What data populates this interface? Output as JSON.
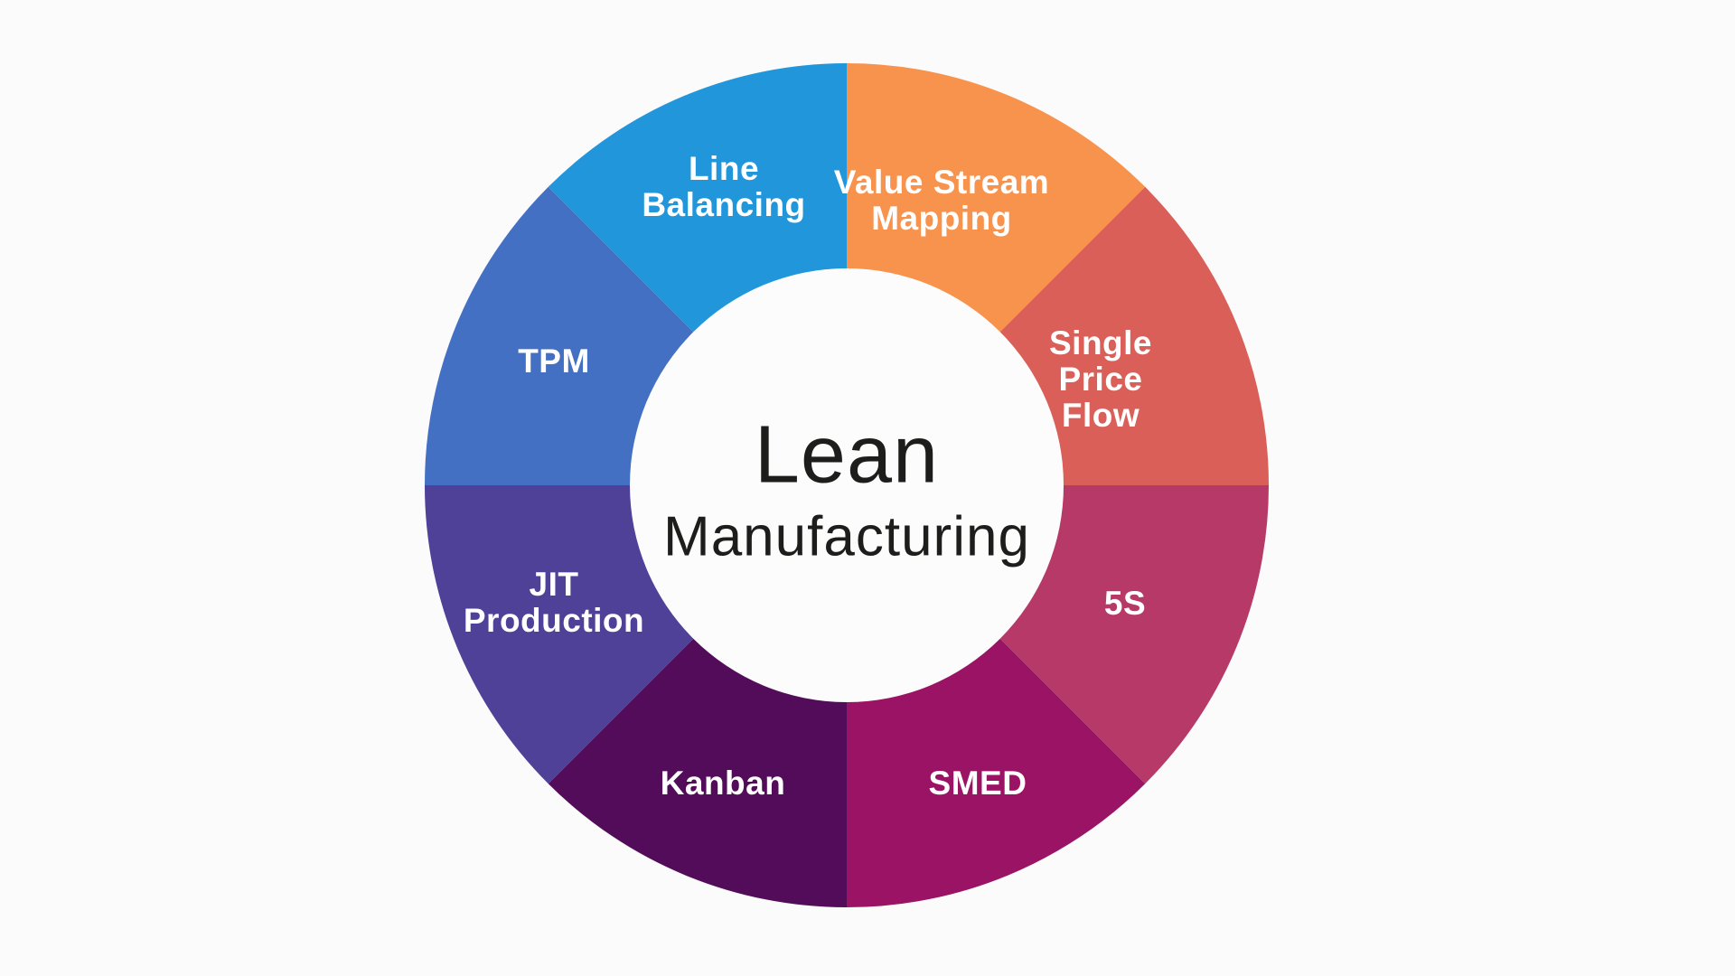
{
  "page": {
    "background": "#FBFBFB"
  },
  "chart_data": {
    "type": "pie",
    "subtype": "donut",
    "title": "Lean Manufacturing",
    "legend": "none",
    "direction": "clockwise",
    "start_angle_deg": 0,
    "label_color": "#FFFFFF",
    "hole_color": "#FCFCFC",
    "center_label": {
      "title": "Lean",
      "subtitle": "Manufacturing",
      "text_color": "#1D1D1B"
    },
    "segments": [
      {
        "label": "Value Stream\nMapping",
        "value": 12.5,
        "color": "#F8934E"
      },
      {
        "label": "Single\nPrice\nFlow",
        "value": 12.5,
        "color": "#D95F58"
      },
      {
        "label": "5S",
        "value": 12.5,
        "color": "#B63968"
      },
      {
        "label": "SMED",
        "value": 12.5,
        "color": "#9A1365"
      },
      {
        "label": "Kanban",
        "value": 12.5,
        "color": "#530C5A"
      },
      {
        "label": "JIT\nProduction",
        "value": 12.5,
        "color": "#4F4098"
      },
      {
        "label": "TPM",
        "value": 12.5,
        "color": "#4470C4"
      },
      {
        "label": "Line\nBalancing",
        "value": 12.5,
        "color": "#2196DB"
      }
    ]
  }
}
